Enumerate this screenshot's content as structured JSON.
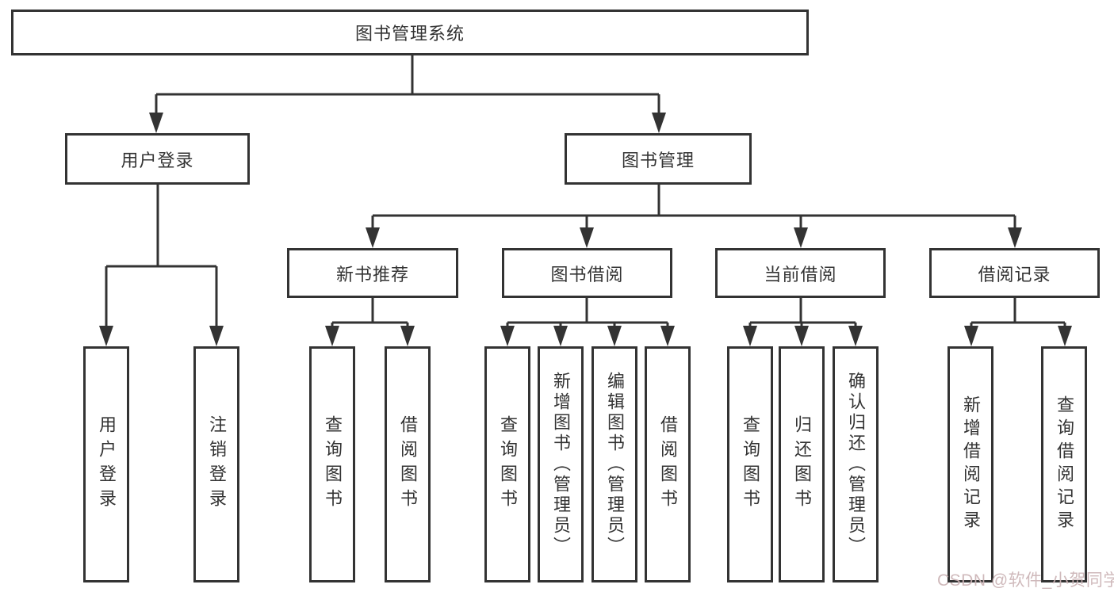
{
  "diagram": {
    "title": "图书管理系统",
    "level2": [
      "用户登录",
      "图书管理"
    ],
    "level3": [
      "新书推荐",
      "图书借阅",
      "当前借阅",
      "借阅记录"
    ],
    "leaves": {
      "user": [
        "用户登录",
        "注销登录"
      ],
      "newbook": [
        "查询图书",
        "借阅图书"
      ],
      "borrow": [
        "查询图书",
        "新增图书（管理员）",
        "编辑图书（管理员）",
        "借阅图书"
      ],
      "current": [
        "查询图书",
        "归还图书",
        "确认归还（管理员）"
      ],
      "records": [
        "新增借阅记录",
        "查询借阅记录"
      ]
    }
  },
  "watermark": "CSDN @软件_小贺同学",
  "colors": {
    "line": "#333333",
    "box_border": "#333333",
    "text": "#333333",
    "background": "#ffffff",
    "watermark_color": "#ccb4b6"
  }
}
